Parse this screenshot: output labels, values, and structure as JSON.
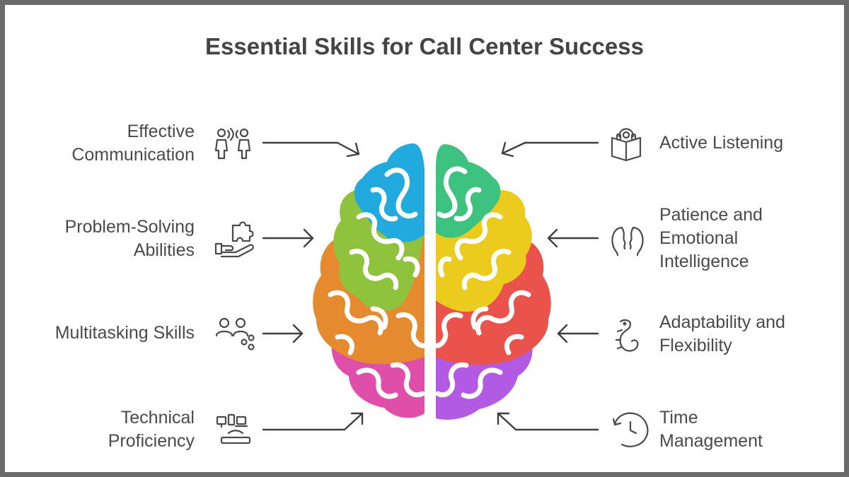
{
  "title": "Essential Skills for Call Center Success",
  "skills": {
    "effective_communication": [
      "Effective",
      "Communication"
    ],
    "problem_solving": [
      "Problem-Solving",
      "Abilities"
    ],
    "multitasking": [
      "Multitasking Skills"
    ],
    "technical_proficiency": [
      "Technical",
      "Proficiency"
    ],
    "active_listening": [
      "Active Listening"
    ],
    "patience": [
      "Patience and",
      "Emotional",
      "Intelligence"
    ],
    "adaptability": [
      "Adaptability and",
      "Flexibility"
    ],
    "time_management": [
      "Time",
      "Management"
    ]
  },
  "colors": {
    "blue": "#22a9dd",
    "lime": "#8fc23d",
    "orange": "#e58a2f",
    "magenta": "#df4faa",
    "green": "#3ec27f",
    "yellow": "#ebcc1e",
    "red": "#e9534b",
    "purple": "#b35ae4"
  }
}
